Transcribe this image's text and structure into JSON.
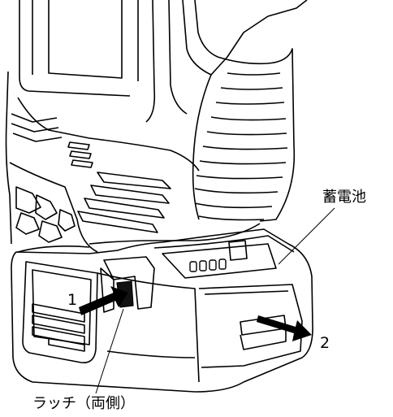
{
  "labels": {
    "battery": "蓄電池",
    "step_one": "1",
    "step_two": "2",
    "latch": "ラッチ（両側）"
  },
  "colors": {
    "line": "#000000",
    "background": "#ffffff",
    "latch_fill": "#111111"
  }
}
